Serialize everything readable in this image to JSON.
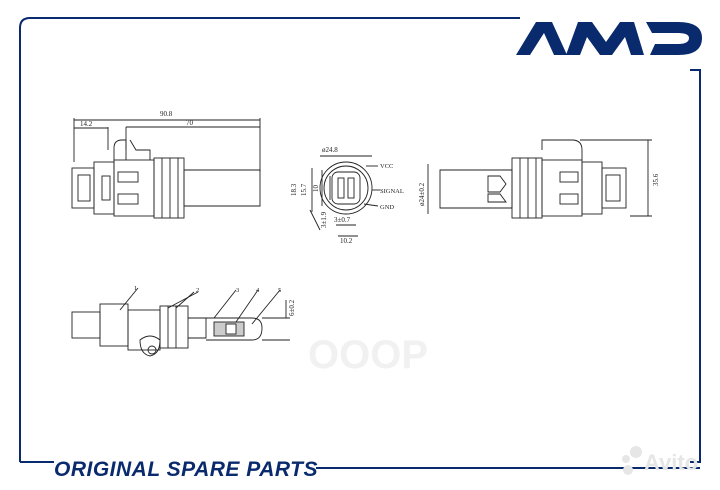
{
  "brand": {
    "logo_text": "AMD",
    "color": "#0a2a6e"
  },
  "footer": {
    "slogan": "ORIGINAL SPARE PARTS"
  },
  "watermark": {
    "text": "ОООР",
    "avito": "Avito"
  },
  "drawing": {
    "top_view": {
      "dim_total": "90.8",
      "dim_left": "14.2",
      "dim_body": "70"
    },
    "front_view": {
      "dim_dia": "ø24.8",
      "dim_h1": "18.3",
      "dim_h2": "15.7",
      "dim_h3": "10",
      "dim_h4": "3±1.9",
      "dim_w1": "3±0.7",
      "dim_w2": "10.2",
      "pin_vcc": "VCC",
      "pin_signal": "SIGNAL",
      "pin_gnd": "GND"
    },
    "side_view": {
      "dim_dia": "ø24±0.2",
      "dim_h": "35.6"
    },
    "section_view": {
      "callouts": [
        "1",
        "2",
        "3",
        "4",
        "5"
      ],
      "dim_gap": "6±0.2"
    }
  }
}
